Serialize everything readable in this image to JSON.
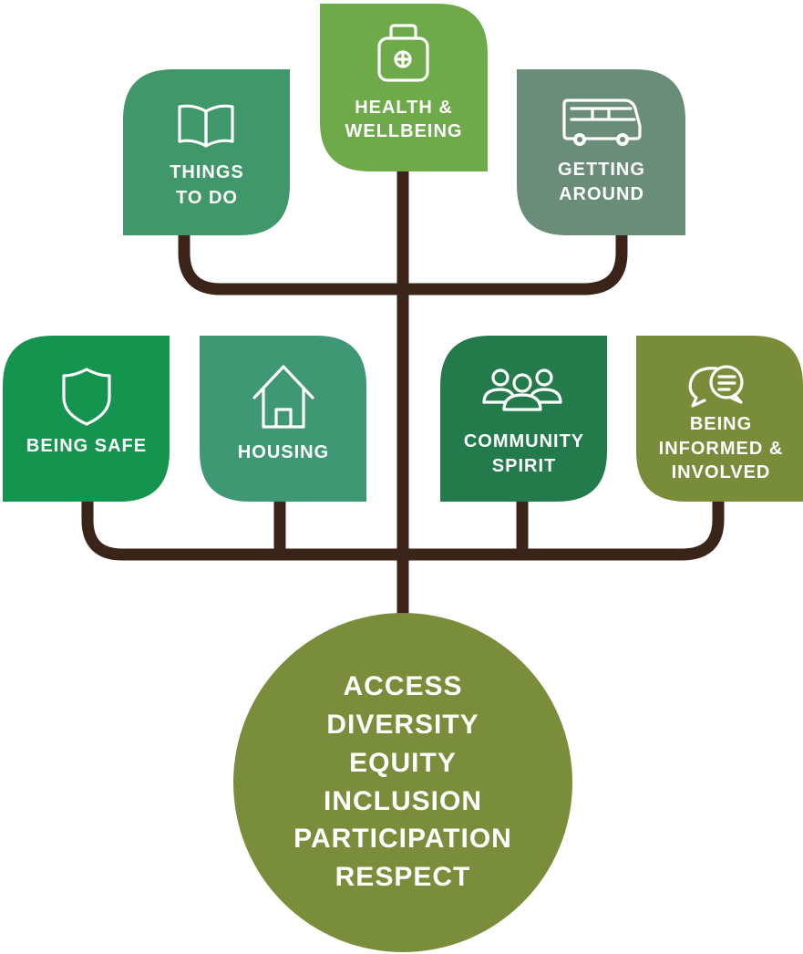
{
  "colors": {
    "trunk": "#3a2419",
    "health": "#6ea94a",
    "things_to_do": "#40976a",
    "getting_around": "#6a8d79",
    "being_safe": "#15944f",
    "housing": "#3f9874",
    "community_spirit": "#237a4b",
    "being_informed": "#798c3a",
    "core": "#7a8d3a"
  },
  "leaves": {
    "health": {
      "line1": "HEALTH &",
      "line2": "WELLBEING",
      "icon": "first-aid-kit-icon"
    },
    "things_to_do": {
      "line1": "THINGS",
      "line2": "TO DO",
      "icon": "open-book-icon"
    },
    "getting_around": {
      "line1": "GETTING",
      "line2": "AROUND",
      "icon": "bus-icon"
    },
    "being_safe": {
      "line1": "BEING SAFE",
      "icon": "shield-icon"
    },
    "housing": {
      "line1": "HOUSING",
      "icon": "house-icon"
    },
    "community_spirit": {
      "line1": "COMMUNITY",
      "line2": "SPIRIT",
      "icon": "people-group-icon"
    },
    "being_informed": {
      "line1": "BEING",
      "line2": "INFORMED &",
      "line3": "INVOLVED",
      "icon": "speech-bubbles-icon"
    }
  },
  "core": {
    "line1": "ACCESS",
    "line2": "DIVERSITY",
    "line3": "EQUITY",
    "line4": "INCLUSION",
    "line5": "PARTICIPATION",
    "line6": "RESPECT"
  }
}
